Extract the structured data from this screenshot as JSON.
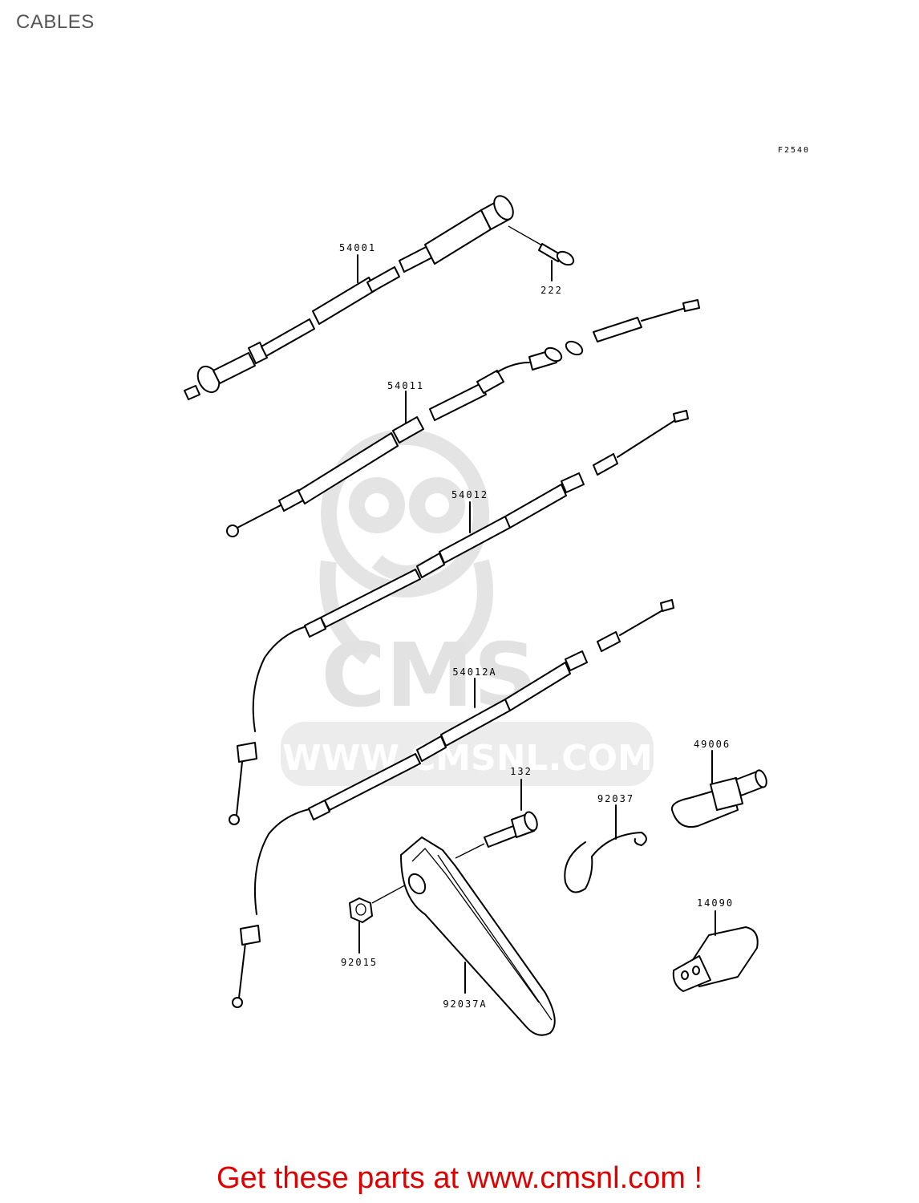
{
  "page": {
    "title": "CABLES",
    "ref_code": "F2540"
  },
  "parts": [
    {
      "number": "54001",
      "name": "speedometer-cable"
    },
    {
      "number": "222",
      "name": "screw"
    },
    {
      "number": "54011",
      "name": "throttle-cable"
    },
    {
      "number": "54012",
      "name": "clutch-cable"
    },
    {
      "number": "54012A",
      "name": "clutch-cable-alt"
    },
    {
      "number": "132",
      "name": "bolt"
    },
    {
      "number": "92037",
      "name": "clamp-wire"
    },
    {
      "number": "49006",
      "name": "boot"
    },
    {
      "number": "92015",
      "name": "nut"
    },
    {
      "number": "92037A",
      "name": "cable-guide-bracket"
    },
    {
      "number": "14090",
      "name": "cap"
    }
  ],
  "watermark": {
    "logo_text": "CMS",
    "site_text": "WWW.CMSNL.COM"
  },
  "footer": {
    "promo": "Get these parts at www.cmsnl.com !"
  },
  "colors": {
    "promo": "#e00000",
    "title": "#555555",
    "watermark": "#e2e2e2"
  }
}
